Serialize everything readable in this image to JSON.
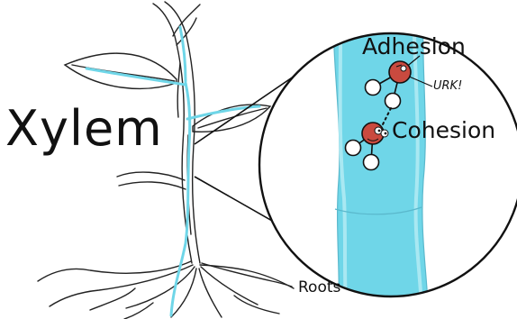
{
  "title": "Xylem",
  "labels": {
    "adhesion": "Adhesion",
    "cohesion": "Cohesion",
    "exclamation": "URK!",
    "roots": "Roots"
  },
  "colors": {
    "ink": "#111111",
    "xylem": "#6fd6e8",
    "xylem_light": "#a9e8f2",
    "molecule_oxygen": "#c94a3f",
    "molecule_hydrogen": "#ffffff"
  }
}
